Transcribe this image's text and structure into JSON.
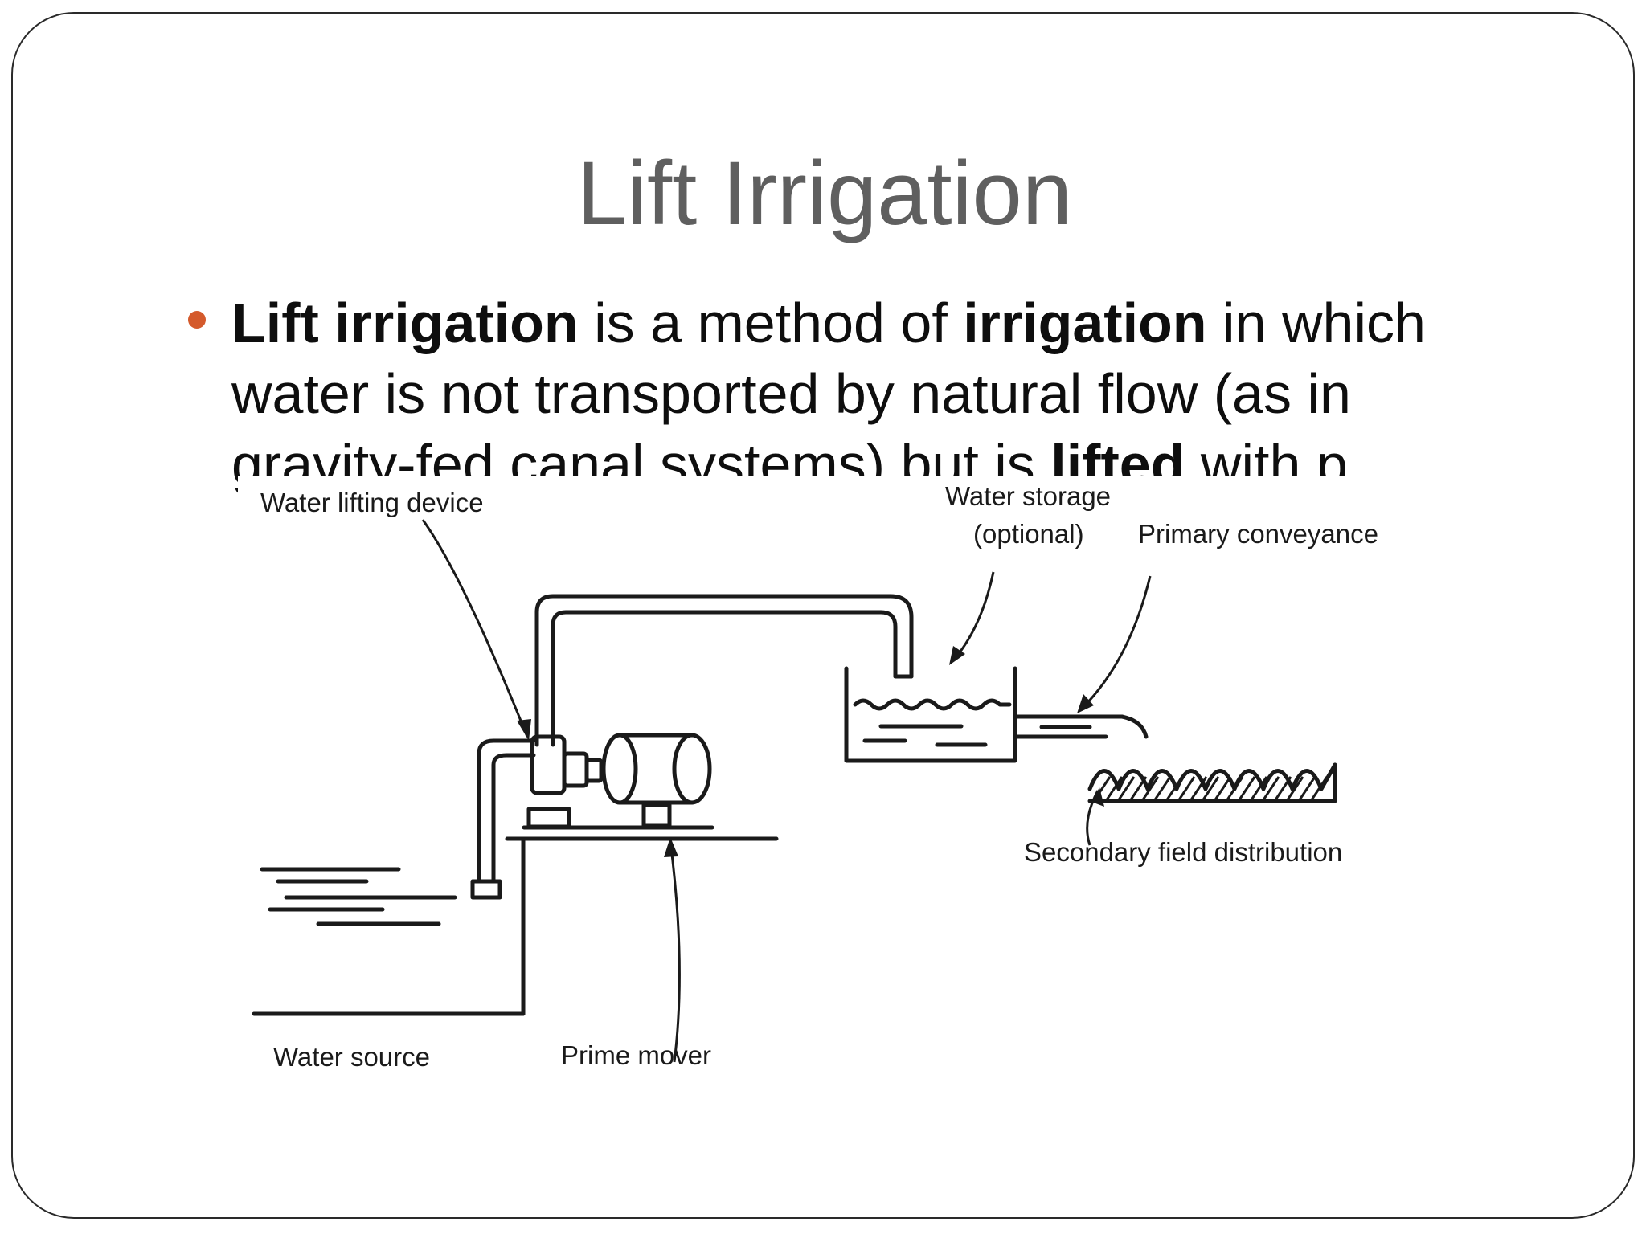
{
  "slide": {
    "title": "Lift Irrigation",
    "bullet": {
      "part1_bold": "Lift irrigation",
      "part2": " is a method of ",
      "part3_bold": "irrigation",
      "part4": " in which water is not transported by natural flow (as in gravity-fed canal systems) but is ",
      "part5_bold": "lifted",
      "part6": " with p"
    }
  },
  "diagram": {
    "labels": {
      "water_lifting_device": "Water lifting device",
      "water_storage": "Water storage",
      "optional": "(optional)",
      "primary_conveyance": "Primary  conveyance",
      "secondary_field_distribution": "Secondary field  distribution",
      "water_source": "Water source",
      "prime_mover": "Prime mover"
    }
  },
  "colors": {
    "title": "#5f5f5f",
    "bullet": "#d45a2c",
    "text": "#0e0e0e"
  }
}
